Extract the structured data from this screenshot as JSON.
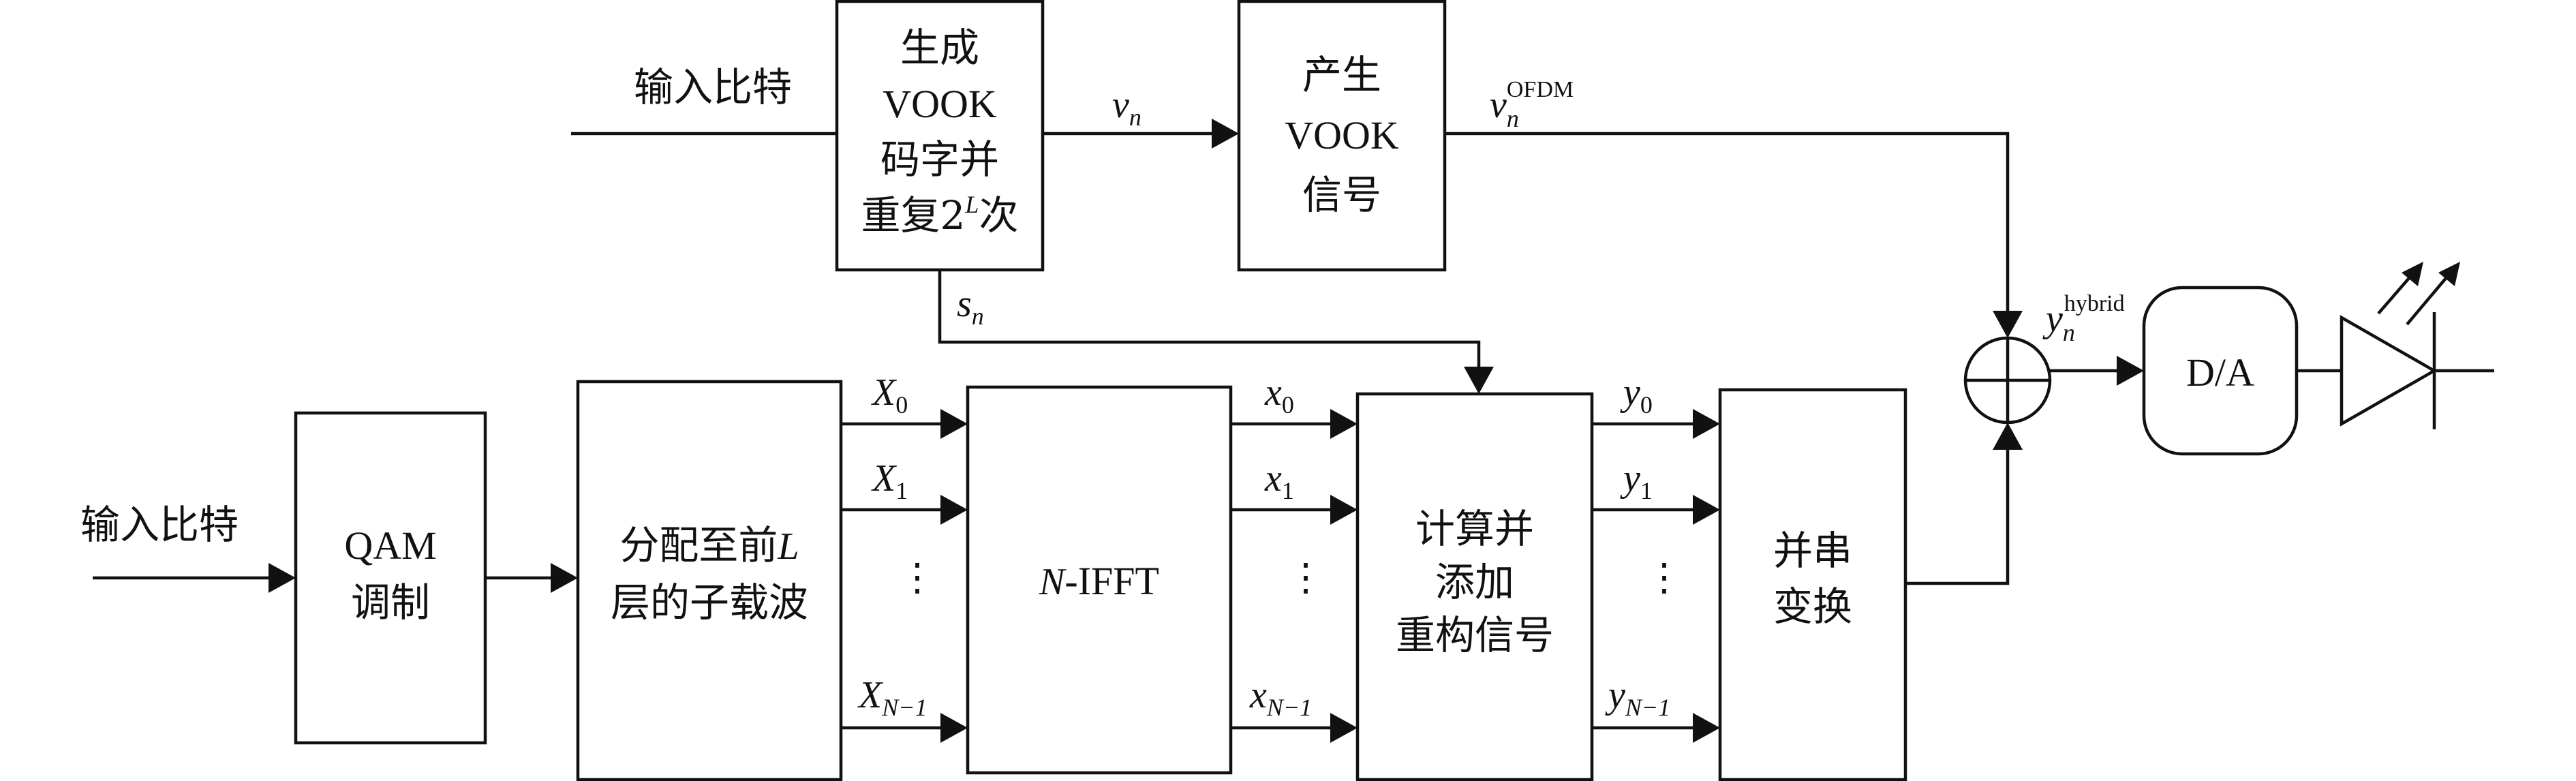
{
  "inputs": {
    "input_bits_top": "输入比特",
    "input_bits_bottom": "输入比特"
  },
  "blocks": {
    "vook_gen": {
      "line1": "生成",
      "line2": "VOOK",
      "line3": "码字并",
      "line4_pre": "重复2",
      "line4_sup": "L",
      "line4_post": "次"
    },
    "vook_signal": {
      "line1": "产生",
      "line2": "VOOK",
      "line3": "信号"
    },
    "qam": {
      "line1": "QAM",
      "line2": "调制"
    },
    "alloc": {
      "line1_pre": "分配至前",
      "line1_var": "L",
      "line2": "层的子载波"
    },
    "ifft": {
      "var": "N",
      "text": "-IFFT"
    },
    "compute": {
      "line1": "计算并",
      "line2": "添加",
      "line3": "重构信号"
    },
    "ps": {
      "line1": "并串",
      "line2": "变换"
    },
    "da": {
      "label": "D/A"
    }
  },
  "signals": {
    "v_n": {
      "base": "v",
      "sub": "n"
    },
    "v_ofdm": {
      "base": "v",
      "sub": "n",
      "sup": "OFDM"
    },
    "s_n": {
      "base": "s",
      "sub": "n"
    },
    "y_hybrid": {
      "base": "y",
      "sub": "n",
      "sup": "hybrid"
    },
    "X": [
      {
        "base": "X",
        "sub": "0"
      },
      {
        "base": "X",
        "sub": "1"
      },
      {
        "base": "X",
        "sub": "N−1"
      }
    ],
    "x": [
      {
        "base": "x",
        "sub": "0"
      },
      {
        "base": "x",
        "sub": "1"
      },
      {
        "base": "x",
        "sub": "N−1"
      }
    ],
    "y": [
      {
        "base": "y",
        "sub": "0"
      },
      {
        "base": "y",
        "sub": "1"
      },
      {
        "base": "y",
        "sub": "N−1"
      }
    ],
    "ellipsis": "⋮"
  },
  "colors": {
    "stroke": "#111111",
    "background": "#ffffff"
  }
}
